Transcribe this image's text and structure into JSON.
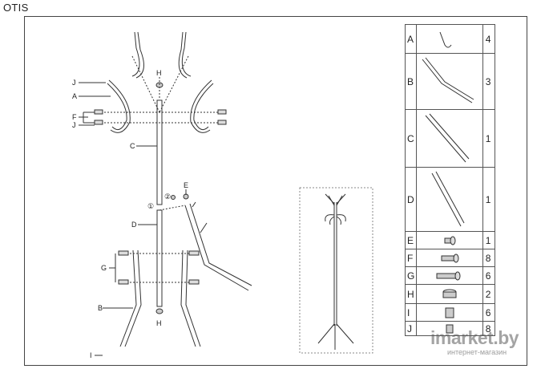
{
  "title": "OTIS",
  "diagram": {
    "callouts": [
      "J",
      "A",
      "F",
      "J",
      "H",
      "C",
      "E",
      "D",
      "G",
      "B",
      "H",
      "I"
    ],
    "steps": [
      "①",
      "②"
    ]
  },
  "parts": [
    {
      "letter": "A",
      "qty": "4",
      "icon": "hook-icon"
    },
    {
      "letter": "B",
      "qty": "3",
      "icon": "bent-leg-icon"
    },
    {
      "letter": "C",
      "qty": "1",
      "icon": "upper-tube-icon"
    },
    {
      "letter": "D",
      "qty": "1",
      "icon": "lower-tube-icon"
    },
    {
      "letter": "E",
      "qty": "1",
      "icon": "small-screw-icon"
    },
    {
      "letter": "F",
      "qty": "8",
      "icon": "short-bolt-icon"
    },
    {
      "letter": "G",
      "qty": "6",
      "icon": "long-bolt-icon"
    },
    {
      "letter": "H",
      "qty": "2",
      "icon": "cap-icon"
    },
    {
      "letter": "I",
      "qty": "6",
      "icon": "foot-cap-icon"
    },
    {
      "letter": "J",
      "qty": "8",
      "icon": "end-cap-icon"
    }
  ],
  "watermark": {
    "main": "imarket.by",
    "sub": "интернет-магазин"
  }
}
